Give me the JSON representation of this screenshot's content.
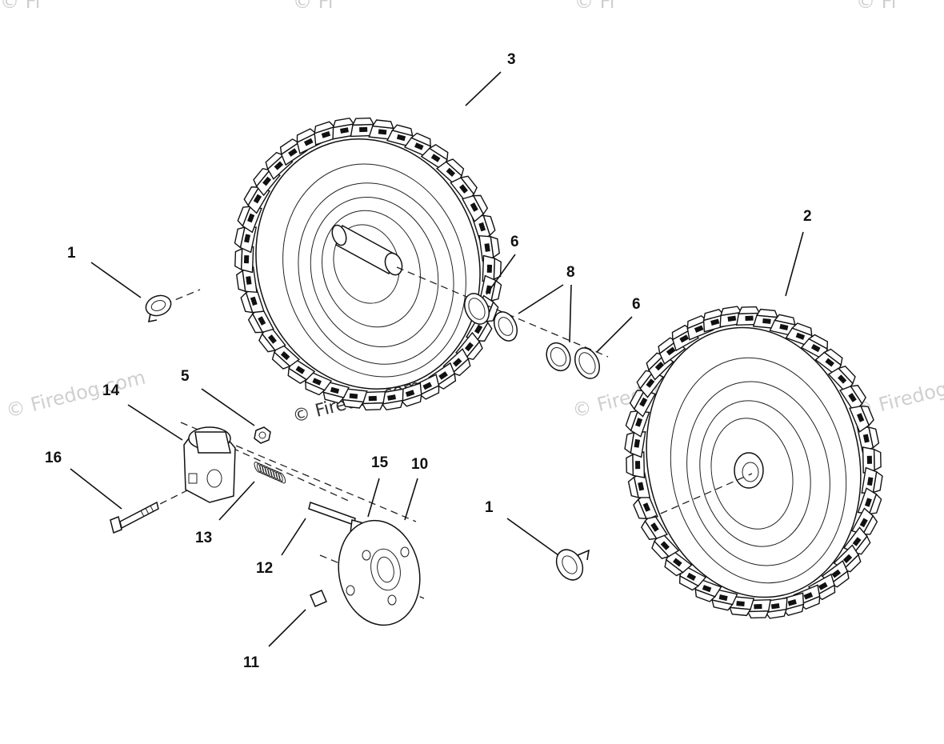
{
  "watermarks": {
    "main": "© Firedog.com",
    "tile": "© Firedog.com",
    "top_tile": "© Fi"
  },
  "callouts": {
    "c1_left": "1",
    "c1_right": "1",
    "c2": "2",
    "c3": "3",
    "c5": "5",
    "c6_a": "6",
    "c6_b": "6",
    "c8": "8",
    "c10": "10",
    "c11": "11",
    "c12": "12",
    "c13": "13",
    "c14": "14",
    "c15": "15",
    "c16": "16"
  }
}
